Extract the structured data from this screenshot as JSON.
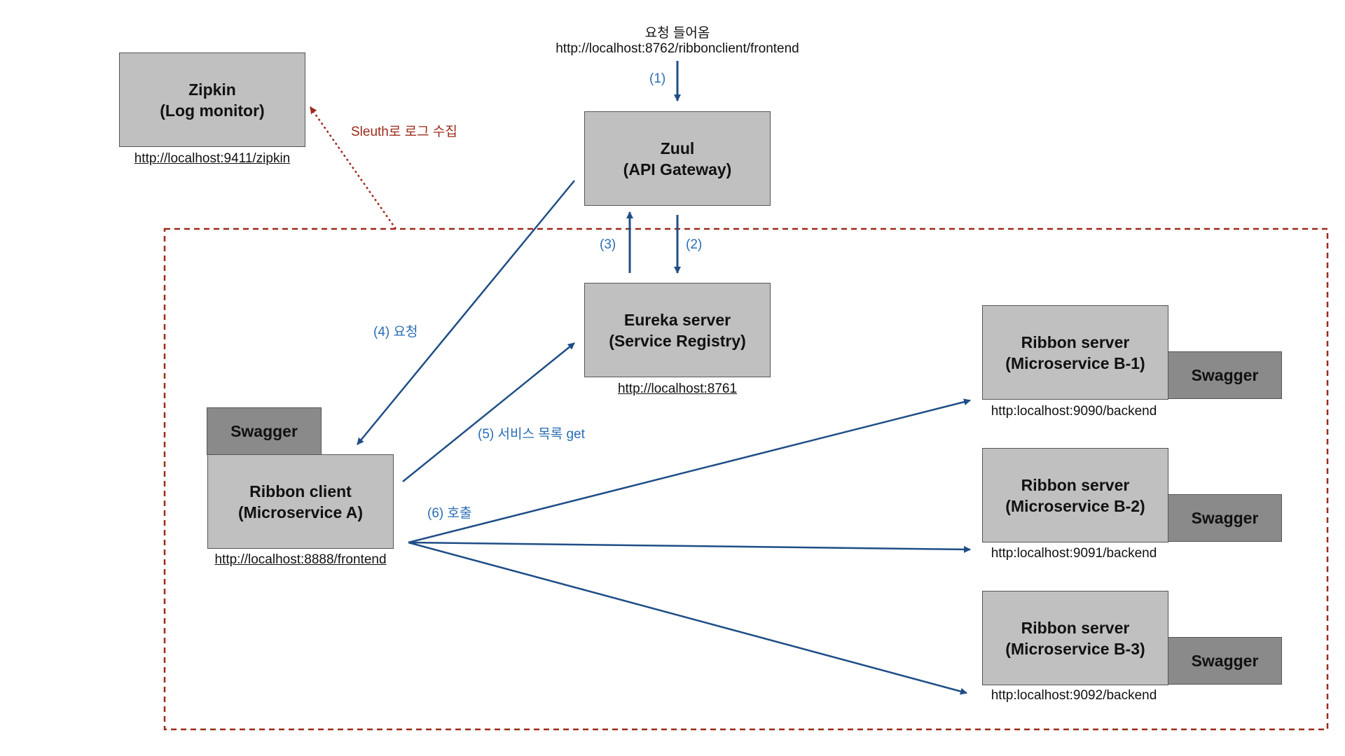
{
  "colors": {
    "arrow_blue": "#1f4e86",
    "label_blue": "#2a6db5",
    "dashed_red": "#9b2b1a",
    "node_gray": "#c0c0c0",
    "swagger_gray": "#8a8a8a"
  },
  "incoming": {
    "title": "요청 들어옴",
    "url": "http://localhost:8762/ribbonclient/frontend"
  },
  "zipkin": {
    "name": "Zipkin\n(Log monitor)",
    "url": "http://localhost:9411/zipkin"
  },
  "sleuth_label": "Sleuth로\n로그 수집",
  "zuul": {
    "name": "Zuul\n(API Gateway)"
  },
  "eureka": {
    "name": "Eureka server\n(Service Registry)",
    "url": "http://localhost:8761"
  },
  "client": {
    "name": "Ribbon client\n(Microservice A)",
    "swagger": "Swagger",
    "url": "http://localhost:8888/frontend"
  },
  "servers": [
    {
      "name": "Ribbon server\n(Microservice B-1)",
      "swagger": "Swagger",
      "url": "http:localhost:9090/backend"
    },
    {
      "name": "Ribbon server\n(Microservice B-2)",
      "swagger": "Swagger",
      "url": "http:localhost:9091/backend"
    },
    {
      "name": "Ribbon server\n(Microservice B-3)",
      "swagger": "Swagger",
      "url": "http:localhost:9092/backend"
    }
  ],
  "steps": {
    "s1": "(1)",
    "s2": "(2)",
    "s3": "(3)",
    "s4": "(4) 요청",
    "s5": "(5) 서비스 목록 get",
    "s6": "(6) 호출"
  }
}
